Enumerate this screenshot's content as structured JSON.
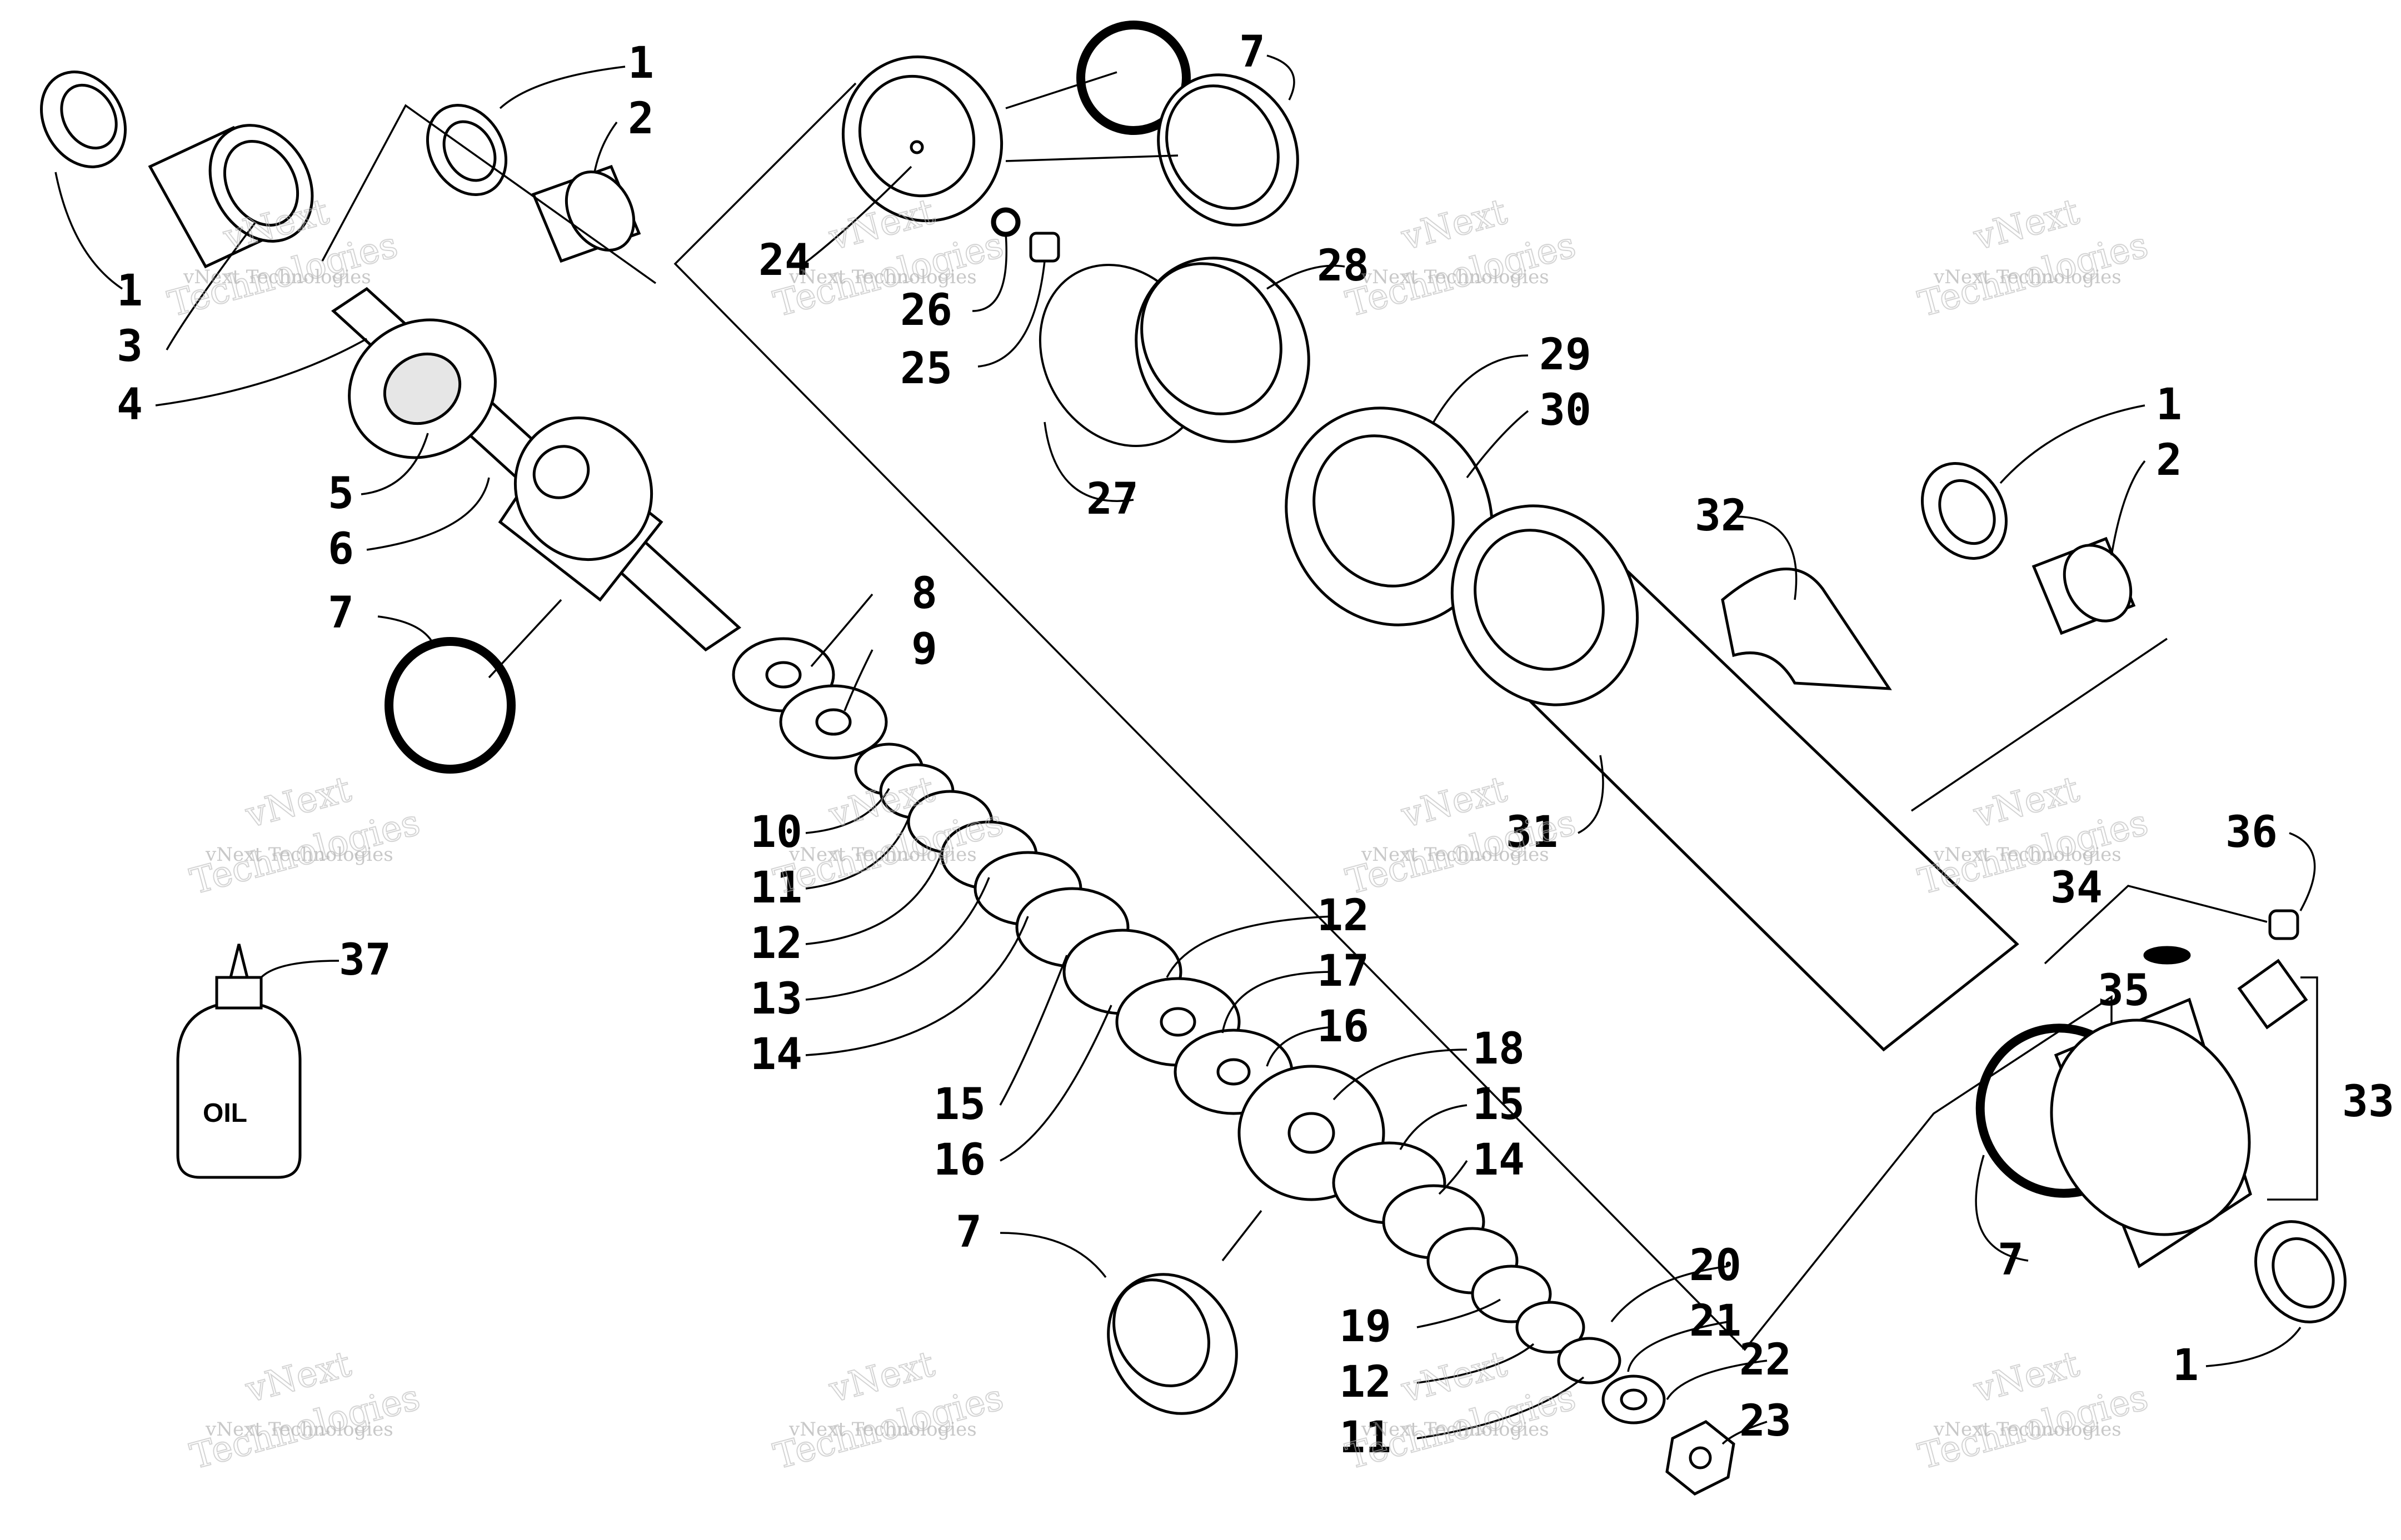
{
  "watermark": {
    "line1": "vNext Technologies",
    "line2a": "vNext",
    "line2b": "Technologies"
  },
  "oil_label": "OIL",
  "callouts": [
    "1",
    "2",
    "1",
    "3",
    "4",
    "5",
    "6",
    "7",
    "24",
    "26",
    "25",
    "7",
    "28",
    "27",
    "29",
    "30",
    "32",
    "1",
    "2",
    "8",
    "9",
    "10",
    "11",
    "12",
    "13",
    "14",
    "15",
    "16",
    "12",
    "17",
    "16",
    "18",
    "15",
    "14",
    "31",
    "36",
    "34",
    "35",
    "33",
    "7",
    "1",
    "37",
    "7",
    "20",
    "19",
    "21",
    "12",
    "22",
    "11",
    "23"
  ]
}
